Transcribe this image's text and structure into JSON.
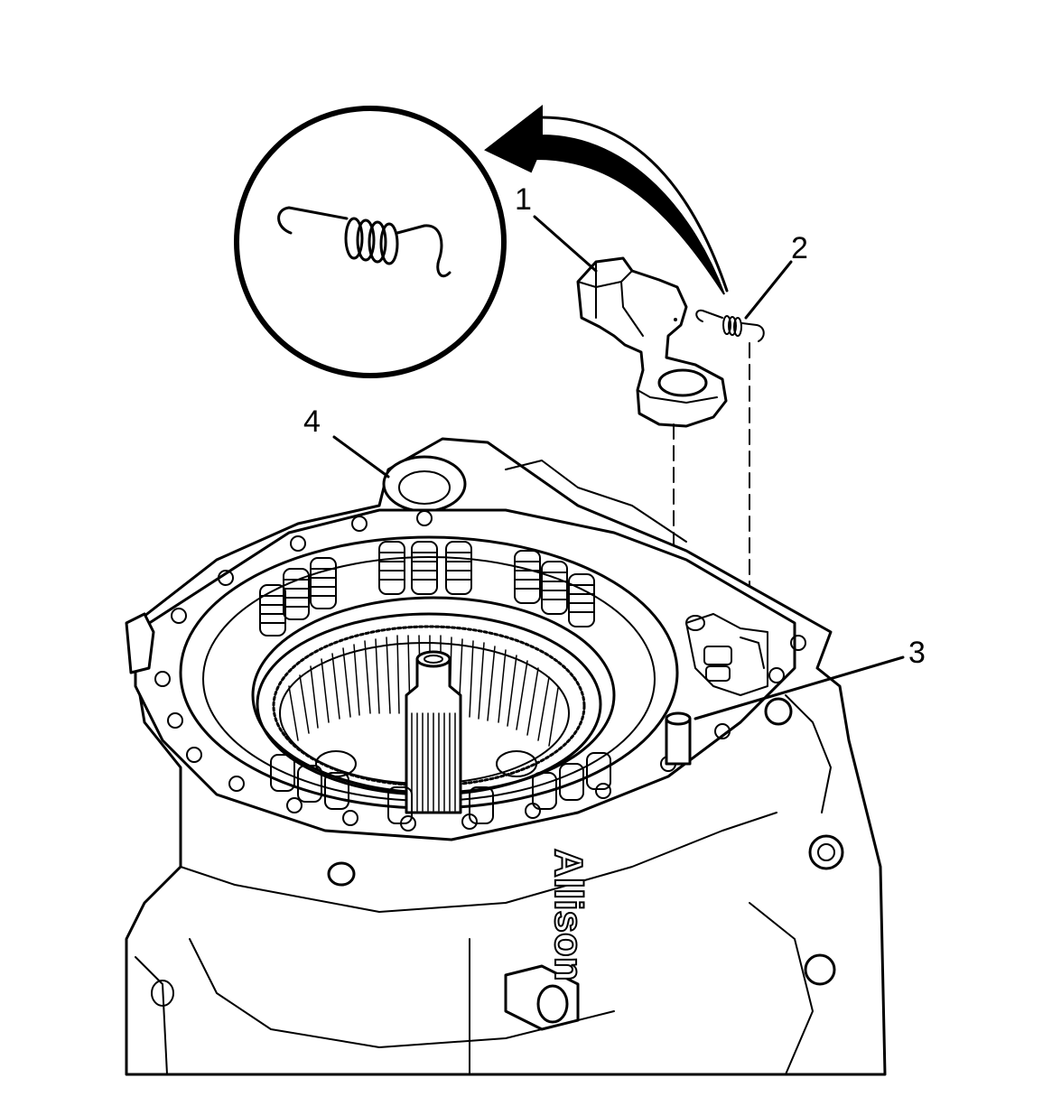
{
  "callouts": [
    {
      "id": "1",
      "label": "1"
    },
    {
      "id": "2",
      "label": "2"
    },
    {
      "id": "3",
      "label": "3"
    },
    {
      "id": "4",
      "label": "4"
    }
  ],
  "case_marking": "Allison"
}
